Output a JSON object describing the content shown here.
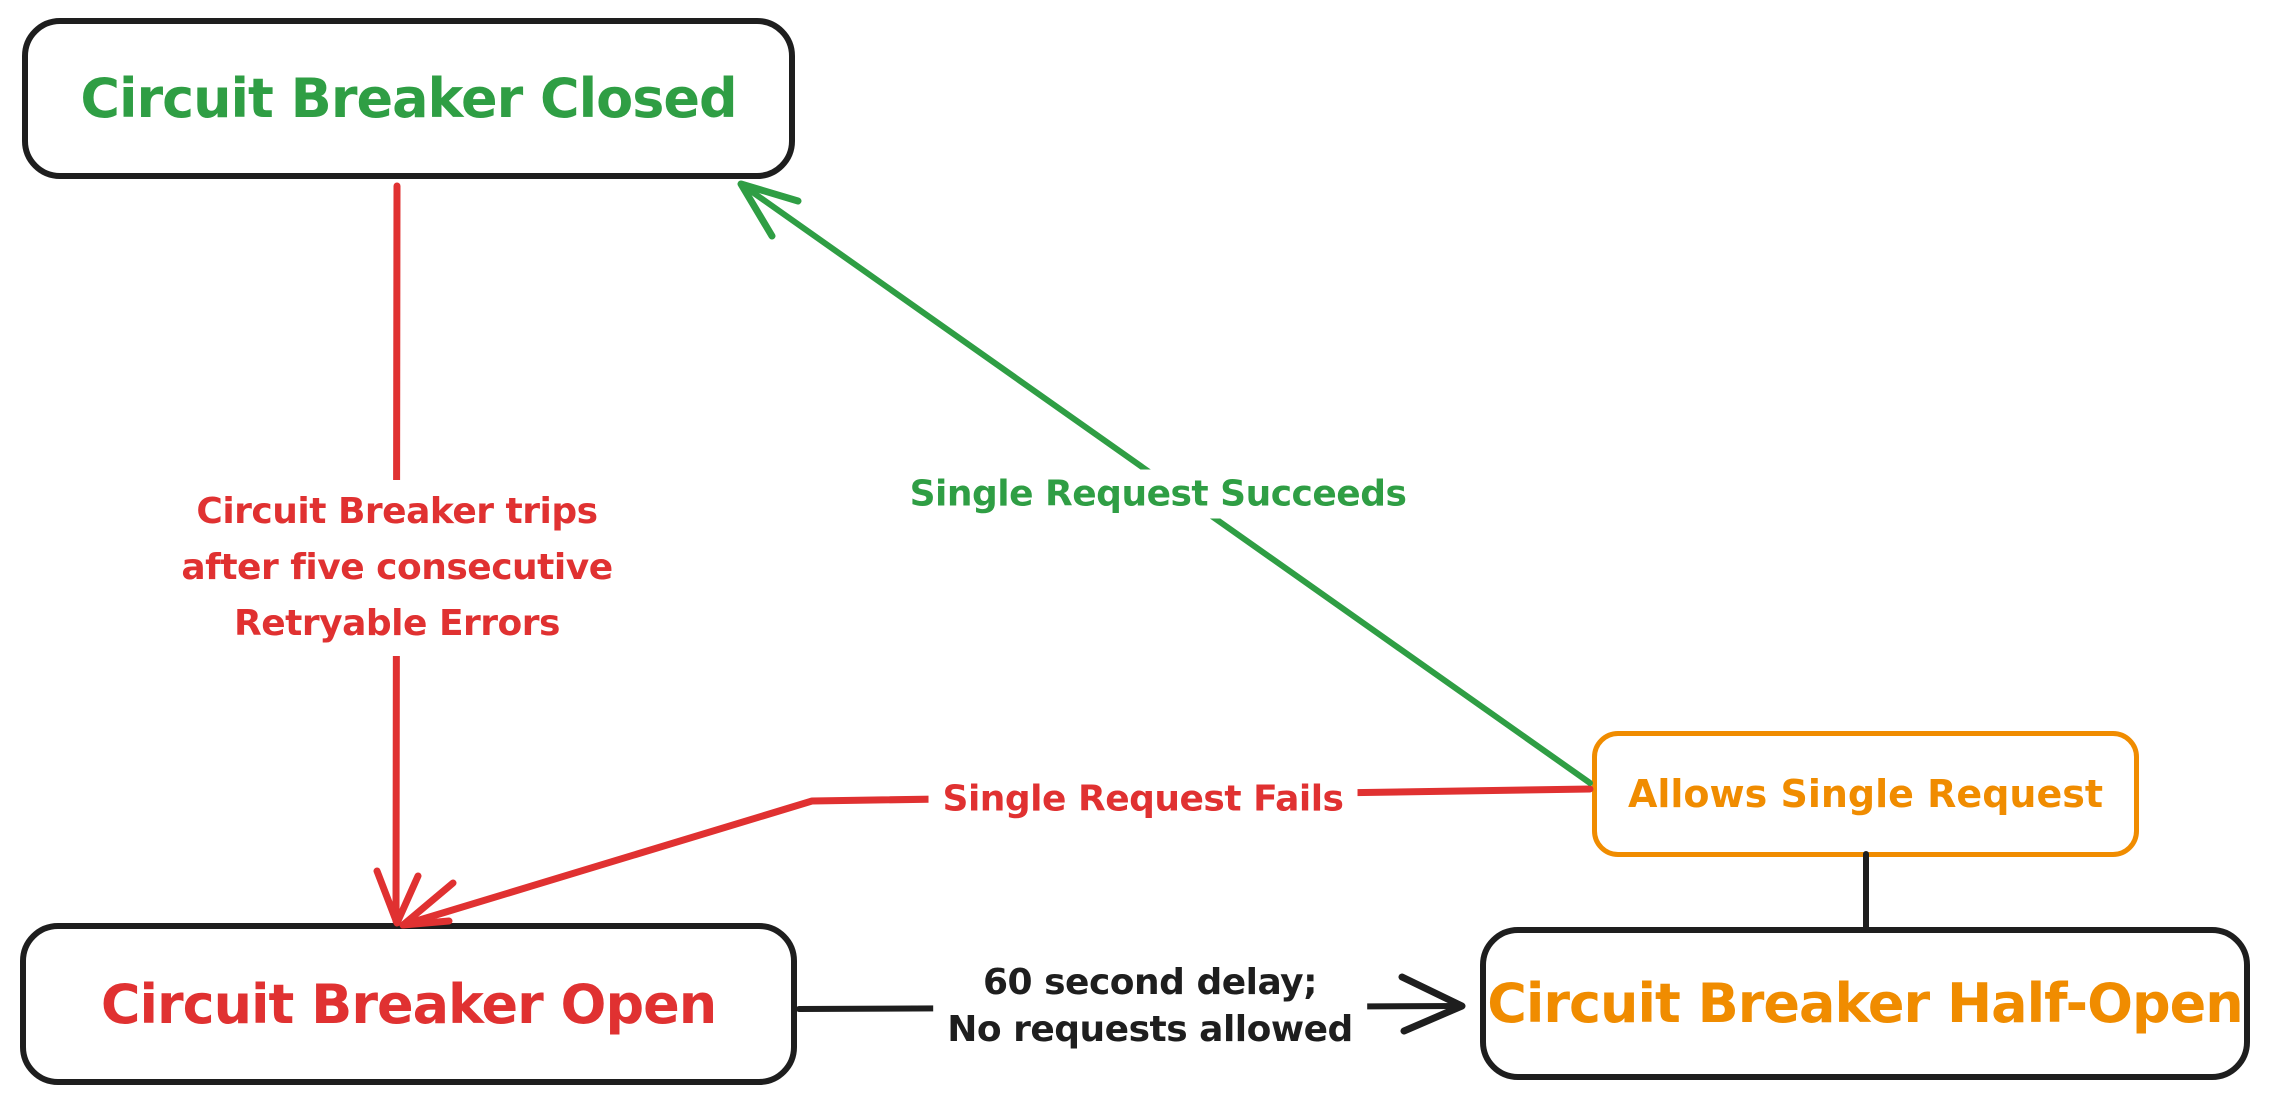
{
  "colors": {
    "ink": "#1e1e1e",
    "red": "#e03131",
    "green": "#2f9e44",
    "orange": "#f08c00",
    "background": "#ffffff"
  },
  "nodes": {
    "closed": {
      "label": "Circuit Breaker Closed"
    },
    "open": {
      "label": "Circuit Breaker Open"
    },
    "half_open": {
      "label": "Circuit Breaker Half-Open"
    },
    "allows": {
      "label": "Allows Single Request"
    }
  },
  "edges": {
    "trip": {
      "line1": "Circuit Breaker trips",
      "line2": "after five consecutive",
      "line3": "Retryable Errors"
    },
    "succeed": {
      "label": "Single Request Succeeds"
    },
    "fail": {
      "label": "Single Request Fails"
    },
    "delay": {
      "line1": "60 second delay;",
      "line2": "No requests allowed"
    }
  }
}
